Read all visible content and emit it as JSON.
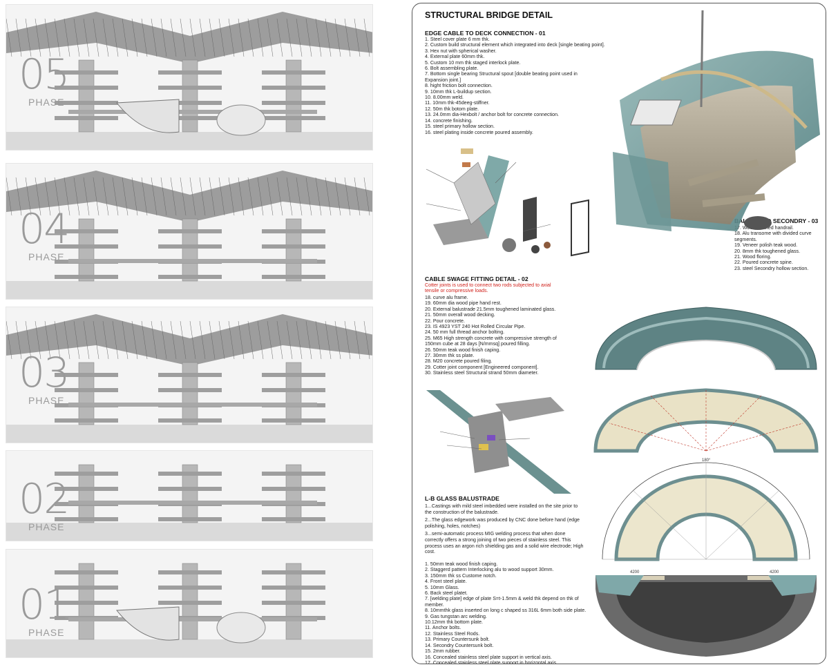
{
  "phases": [
    {
      "number": "05",
      "label": "PHASE"
    },
    {
      "number": "04",
      "label": "PHASE"
    },
    {
      "number": "03",
      "label": "PHASE"
    },
    {
      "number": "02",
      "label": "PHASE"
    },
    {
      "number": "01",
      "label": "PHASE"
    }
  ],
  "sheet": {
    "title": "STRUCTURAL BRIDGE DETAIL",
    "sections": {
      "edge_cable": {
        "heading": "EDGE CABLE TO DECK CONNECTION - 01",
        "items": [
          "1. Steel cover plate 6 mm thk.",
          "2. Custom build structural element which integrated into deck [single beating point].",
          "3. Hex nut with spherical washer.",
          "4. External plate 60mm thk.",
          "5. Custom 10 mm thk staged interlock plate.",
          "6. Bolt assembling plate.",
          "7. Bottom single bearing Structural spout [double beating point used in",
          "    Expansion joint.]",
          "8. hight friction bolt connection.",
          "9. 10mm thk L-buildup section.",
          "10. 8.00mm weld.",
          "11. 10mm thk-45deeg-stiffner.",
          "12. 50m thk botom plate.",
          "13. 24.0mm dia-Hexbolt / anchor bolt for concrete connection.",
          "14. concrete finishing.",
          "15. steel primary hollow section.",
          "16. steel plating inside concrete poured assembly."
        ]
      },
      "balustrade_secondary": {
        "heading": "BALUSTRAD SECONDRY - 03",
        "items": [
          "17. Wood finished handrail.",
          "18. Alu transome with divided curve",
          "     segments.",
          "19. Veneer polish teak wood.",
          "20. 8mm thk toughened glass.",
          "21. Wood floring.",
          "22. Poured concrete spine.",
          "23. steel Secondry hollow section."
        ]
      },
      "cable_swage": {
        "heading": "CABLE SWAGE FITTING DETAIL - 02",
        "note_line1": "Cotter joints is used to connect two rods subjected to axial",
        "note_line2": "tensile or compressive loads.",
        "items": [
          "18. curve alu frame.",
          "19. 60mm dia wood pipe hand rest.",
          "20. External balustrade 21.5mm toughened laminated glass.",
          "21. 50mm overall wood decking.",
          "22. Pour concrete.",
          "23. IS 4923 YST 240 Hot Rolled Circular Pipe.",
          "24. 50 mm full thread anchor bolting.",
          "25. M65 High strength concrete with compressive strength of",
          "     150mm cube at 28 days [N/mmsq] poured filling.",
          "26. 50mm teak wood finish caping.",
          "27. 30mm thk ss plate.",
          "28. M20 concrete poured filing.",
          "29. Cotter joint component [Engineered component].",
          "30. Stainless steel Structural strand 50mm diameter."
        ]
      },
      "lb_glass": {
        "heading": "L-B GLASS BALUSTRADE",
        "paragraphs": [
          "1...Castings with mild steel imbedded were installed on the site prior to the construction of the balustrade.",
          "2...The glass edgework was produced by CNC done before hand (edge polishing, holes, notches)",
          "3...semi-automatic process MIG welding process that when done correctly offers a strong joining of two pieces of stainless steel. This process uses an argon rich shielding gas and a solid wire electrode; High cost."
        ],
        "items": [
          "1. 50mm teak wood finish caping.",
          "2. Staggerd pattern Interlocking alu to wood support 30mm.",
          "3. 150mm thk ss Custome notch.",
          "4. Front steel plate.",
          "5. 10mm Glass.",
          "6. Back steel platet.",
          "7. [welding plate] edge of plate S=t-1.5mm & weld thk depend on thk of",
          "    member.",
          "8. 10mmthk glass inserted on long c shaped ss 316L 6mm both side plate.",
          "9. Gas tungstan arc welding.",
          "10.12mm thk bottom plate.",
          "11. Anchor bolts.",
          "12. Stainless Steel Rods.",
          "13. Primary Countersunk bolt.",
          "14. Secondry Countersunk bolt.",
          "15. 2mm rubber.",
          "16. Concealed stainless steel plate support in vertical axis.",
          "17. Concealed stainless steel plate support in horizontal axis ."
        ]
      }
    },
    "dimensions": {
      "angle": "180°",
      "width_left": "4200",
      "width_right": "4200"
    }
  }
}
